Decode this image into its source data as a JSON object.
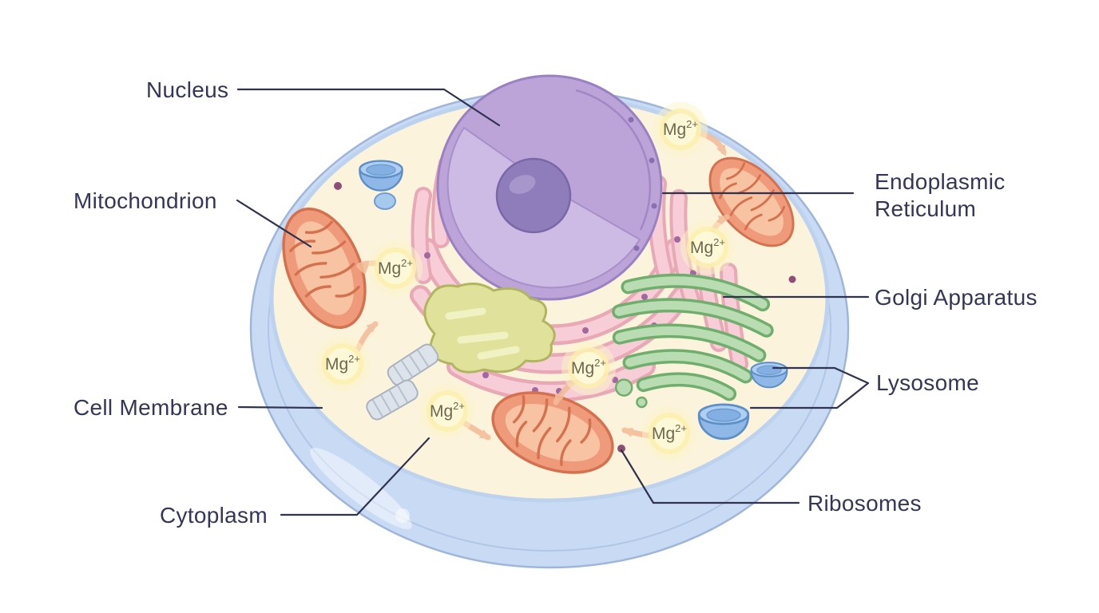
{
  "diagram": {
    "type": "cell-biology-diagram",
    "subject": "animal cell cross-section"
  },
  "labels": {
    "nucleus": "Nucleus",
    "mitochondrion": "Mitochondrion",
    "cell_membrane": "Cell Membrane",
    "cytoplasm": "Cytoplasm",
    "endoplasmic_reticulum_line1": "Endoplasmic",
    "endoplasmic_reticulum_line2": "Reticulum",
    "golgi_apparatus": "Golgi Apparatus",
    "lysosome": "Lysosome",
    "ribosomes": "Ribosomes"
  },
  "ion": {
    "symbol": "Mg",
    "charge": "2+",
    "occurrences": 7
  },
  "colors": {
    "background": "#ffffff",
    "label_text": "#333659",
    "leader_line": "#2f3350",
    "membrane_blue": "#c9dbf4",
    "membrane_edge": "#9fb6da",
    "cytoplasm_cream": "#fcf3dd",
    "nucleus_purple": "#bda4d8",
    "nucleus_cut_face": "#cdbbe6",
    "nucleolus_purple": "#8f7cba",
    "er_pink": "#f7ced7",
    "er_pink_edge": "#e8a8b6",
    "ribosome_dot": "#a2689f",
    "mitochondrion_orange": "#f09a7c",
    "mitochondrion_edge": "#d4714f",
    "golgi_green": "#b9dcb2",
    "golgi_edge": "#6fae6d",
    "smooth_er_yellow": "#e0e29b",
    "smooth_er_edge": "#b2b560",
    "lysosome_blue": "#8fb8e8",
    "lysosome_edge": "#5d8fc7",
    "centriole_gray": "#dde3ea",
    "ion_glow_yellow": "#fbefae",
    "ion_text": "#6f6850",
    "arrow_orange": "#f3bc98"
  }
}
